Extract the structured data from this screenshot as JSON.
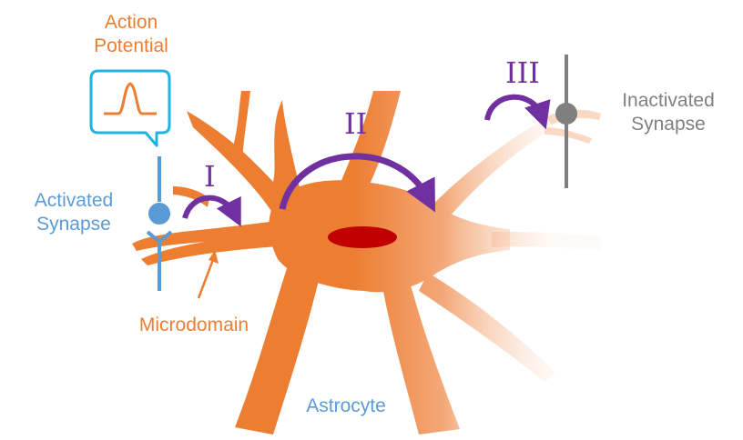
{
  "labels": {
    "action_potential_line1": "Action",
    "action_potential_line2": "Potential",
    "activated_line1": "Activated",
    "activated_line2": "Synapse",
    "inactivated_line1": "Inactivated",
    "inactivated_line2": "Synapse",
    "microdomain": "Microdomain",
    "astrocyte": "Astrocyte",
    "roman_1": "I",
    "roman_2": "II",
    "roman_3": "III"
  },
  "colors": {
    "astrocyte_orange": "#ED7D31",
    "astrocyte_fade": "#F9D9C4",
    "nucleus": "#C00000",
    "arrow_purple": "#7030A0",
    "activated_blue": "#5B9BD5",
    "inactivated_gray": "#7F7F7F",
    "inactivated_text": "#808080",
    "callout_cyan": "#1FB3E0"
  }
}
